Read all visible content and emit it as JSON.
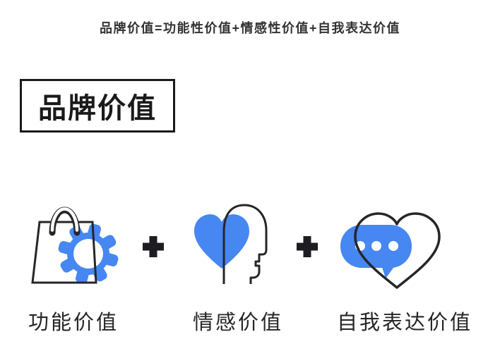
{
  "header": {
    "formula": "品牌价值=功能性价值+情感性价值+自我表达价值"
  },
  "brand_box": {
    "label": "品牌价值"
  },
  "equation": {
    "plus": "+",
    "items": [
      {
        "label": "功能价值",
        "icon": "shopping-bag-gear-icon"
      },
      {
        "label": "情感价值",
        "icon": "heart-head-icon"
      },
      {
        "label": "自我表达价值",
        "icon": "speech-bubble-heart-icon"
      }
    ]
  },
  "colors": {
    "accent_blue": "#4687F2",
    "outline_dark": "#26262a",
    "plus_dark": "#1c1c21",
    "title_dark": "#333333",
    "box_black": "#1a1a1a",
    "white": "#ffffff"
  }
}
